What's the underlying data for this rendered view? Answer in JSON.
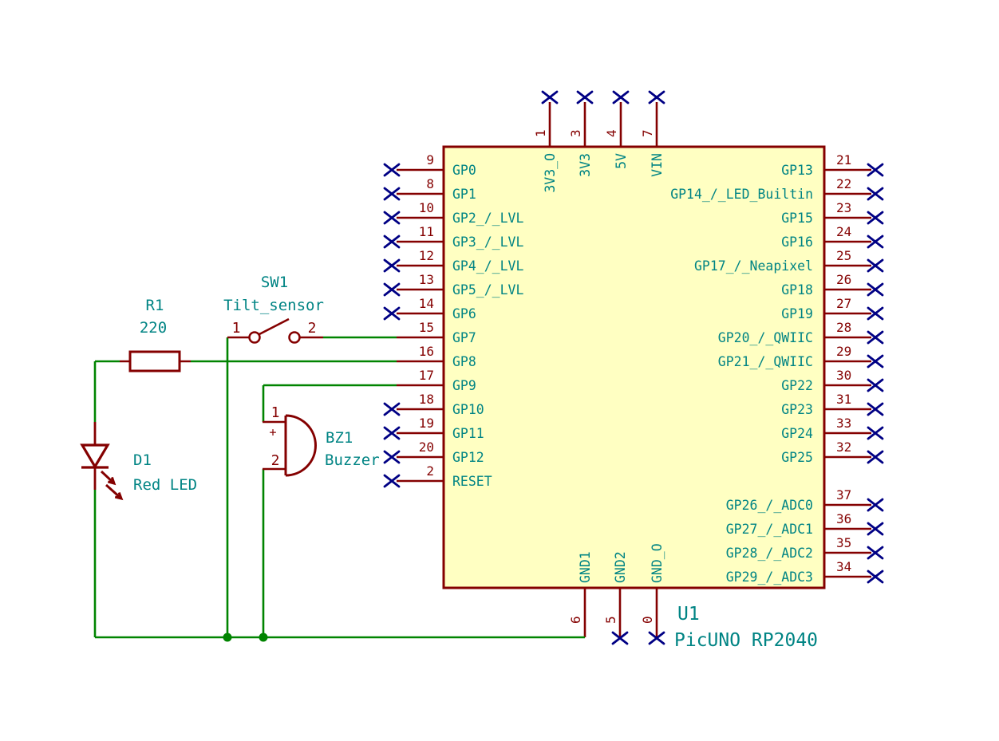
{
  "schematic": {
    "ic": {
      "reference": "U1",
      "value": "PicUNO RP2040",
      "left_pins": [
        {
          "num": "9",
          "name": "GP0",
          "connected": false
        },
        {
          "num": "8",
          "name": "GP1",
          "connected": false
        },
        {
          "num": "10",
          "name": "GP2_/_LVL",
          "connected": false
        },
        {
          "num": "11",
          "name": "GP3_/_LVL",
          "connected": false
        },
        {
          "num": "12",
          "name": "GP4_/_LVL",
          "connected": false
        },
        {
          "num": "13",
          "name": "GP5_/_LVL",
          "connected": false
        },
        {
          "num": "14",
          "name": "GP6",
          "connected": false
        },
        {
          "num": "15",
          "name": "GP7",
          "connected": true
        },
        {
          "num": "16",
          "name": "GP8",
          "connected": true
        },
        {
          "num": "17",
          "name": "GP9",
          "connected": true
        },
        {
          "num": "18",
          "name": "GP10",
          "connected": false
        },
        {
          "num": "19",
          "name": "GP11",
          "connected": false
        },
        {
          "num": "20",
          "name": "GP12",
          "connected": false
        },
        {
          "num": "2",
          "name": "RESET",
          "connected": false
        }
      ],
      "right_pins": [
        {
          "num": "21",
          "name": "GP13",
          "row": 0
        },
        {
          "num": "22",
          "name": "GP14_/_LED_Builtin",
          "row": 1
        },
        {
          "num": "23",
          "name": "GP15",
          "row": 2
        },
        {
          "num": "24",
          "name": "GP16",
          "row": 3
        },
        {
          "num": "25",
          "name": "GP17_/_Neapixel",
          "row": 4
        },
        {
          "num": "26",
          "name": "GP18",
          "row": 5
        },
        {
          "num": "27",
          "name": "GP19",
          "row": 6
        },
        {
          "num": "28",
          "name": "GP20_/_QWIIC",
          "row": 7
        },
        {
          "num": "29",
          "name": "GP21_/_QWIIC",
          "row": 8
        },
        {
          "num": "30",
          "name": "GP22",
          "row": 9
        },
        {
          "num": "31",
          "name": "GP23",
          "row": 10
        },
        {
          "num": "33",
          "name": "GP24",
          "row": 11
        },
        {
          "num": "32",
          "name": "GP25",
          "row": 12
        },
        {
          "num": "37",
          "name": "GP26_/_ADC0",
          "row": 14
        },
        {
          "num": "36",
          "name": "GP27_/_ADC1",
          "row": 15
        },
        {
          "num": "35",
          "name": "GP28_/_ADC2",
          "row": 16
        },
        {
          "num": "34",
          "name": "GP29_/_ADC3",
          "row": 17
        }
      ],
      "top_pins": [
        {
          "num": "1",
          "name": "3V3_O"
        },
        {
          "num": "3",
          "name": "3V3"
        },
        {
          "num": "4",
          "name": "5V"
        },
        {
          "num": "7",
          "name": "VIN"
        }
      ],
      "bottom_pins": [
        {
          "num": "6",
          "name": "GND1",
          "connected": true
        },
        {
          "num": "5",
          "name": "GND2",
          "connected": false
        },
        {
          "num": "0",
          "name": "GND_O",
          "connected": false
        }
      ]
    },
    "resistor": {
      "reference": "R1",
      "value": "220"
    },
    "led": {
      "reference": "D1",
      "value": "Red LED"
    },
    "tilt_switch": {
      "reference": "SW1",
      "value": "Tilt_sensor",
      "pin_labels": [
        "1",
        "2"
      ]
    },
    "buzzer": {
      "reference": "BZ1",
      "value": "Buzzer",
      "pin_labels": [
        "1",
        "2"
      ],
      "polarity_mark": "+"
    },
    "colors": {
      "symbol_outline": "#840000",
      "symbol_fill": "#FFFFC2",
      "text_field": "#008484",
      "pin_number": "#840000",
      "wire": "#008400",
      "no_connect": "#000084",
      "background": "#FFFFFF"
    }
  }
}
